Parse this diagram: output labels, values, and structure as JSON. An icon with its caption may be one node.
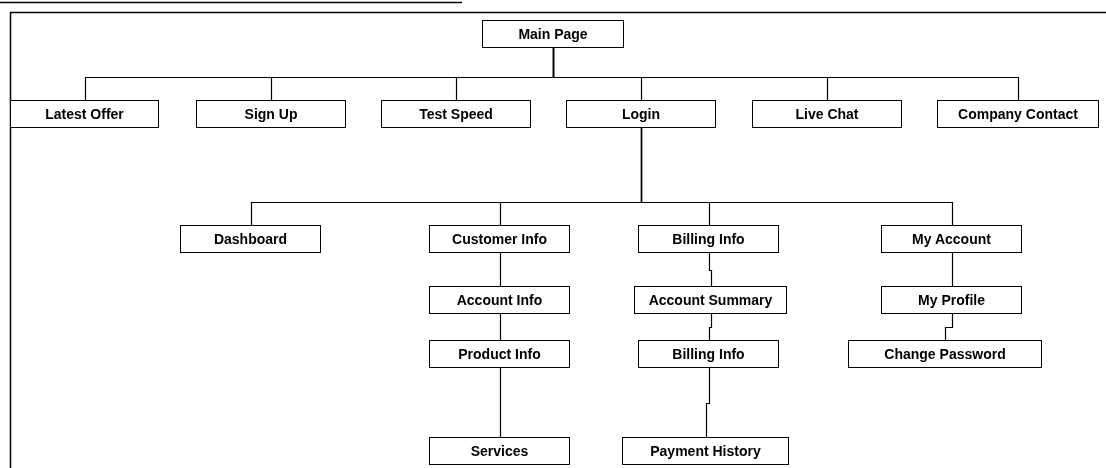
{
  "diagram": {
    "nodes": [
      {
        "text": [
          "Main Page"
        ]
      },
      {
        "text": [
          "Latest Offer"
        ]
      },
      {
        "text": [
          "Sign Up"
        ]
      },
      {
        "text": [
          "Test Speed"
        ]
      },
      {
        "text": [
          "Login"
        ]
      },
      {
        "text": [
          "Live Chat"
        ]
      },
      {
        "text": [
          "Company Contact"
        ]
      },
      {
        "text": [
          "Dashboard"
        ]
      },
      {
        "text": [
          "Customer Info"
        ]
      },
      {
        "text": [
          "Billing Info"
        ]
      },
      {
        "text": [
          "My Account"
        ]
      },
      {
        "text": [
          "Account Info"
        ]
      },
      {
        "text": [
          "Account Summary"
        ]
      },
      {
        "text": [
          "My Profile"
        ]
      },
      {
        "text": [
          "Product Info"
        ]
      },
      {
        "text": [
          "Billing Info"
        ]
      },
      {
        "text": [
          "Change Password"
        ]
      },
      {
        "text": [
          "Services"
        ]
      },
      {
        "text": [
          "Payment History"
        ]
      }
    ],
    "edges": [
      {
        "from": 0,
        "to": 1,
        "arrow": "none"
      },
      {
        "from": 0,
        "to": 2,
        "arrow": "none"
      },
      {
        "from": 0,
        "to": 3,
        "arrow": "none"
      },
      {
        "from": 0,
        "to": 4,
        "arrow": "none"
      },
      {
        "from": 0,
        "to": 5,
        "arrow": "none"
      },
      {
        "from": 0,
        "to": 6,
        "arrow": "none"
      },
      {
        "from": 4,
        "to": 7,
        "arrow": "none"
      },
      {
        "from": 4,
        "to": 8,
        "arrow": "none"
      },
      {
        "from": 4,
        "to": 9,
        "arrow": "none"
      },
      {
        "from": 4,
        "to": 10,
        "arrow": "none"
      },
      {
        "from": 8,
        "to": 11,
        "arrow": "none"
      },
      {
        "from": 9,
        "to": 12,
        "arrow": "none"
      },
      {
        "from": 10,
        "to": 13,
        "arrow": "none"
      },
      {
        "from": 11,
        "to": 14,
        "arrow": "none"
      },
      {
        "from": 12,
        "to": 15,
        "arrow": "none"
      },
      {
        "from": 13,
        "to": 16,
        "arrow": "none"
      },
      {
        "from": 14,
        "to": 17,
        "arrow": "none"
      },
      {
        "from": 15,
        "to": 18,
        "arrow": "none"
      }
    ]
  }
}
